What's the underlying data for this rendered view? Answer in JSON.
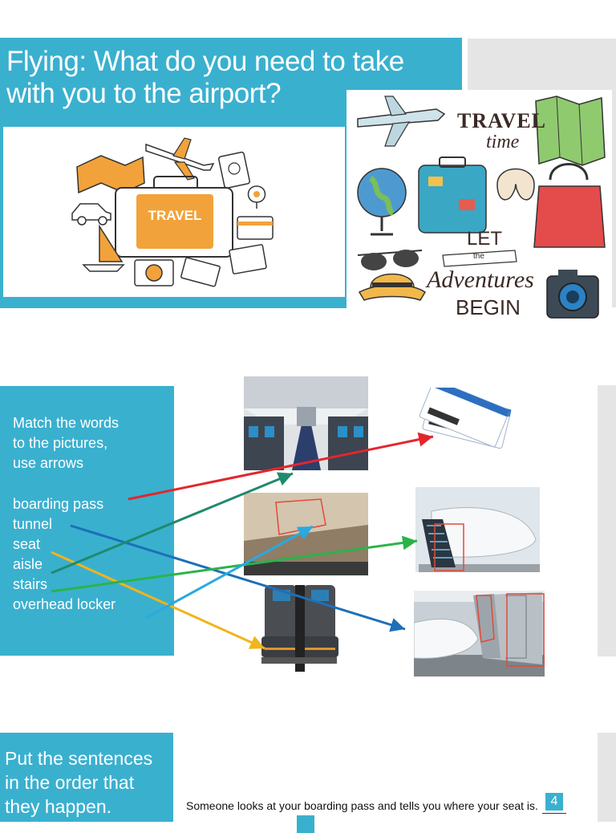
{
  "section1": {
    "title_line1": "Flying: What do you need to take",
    "title_line2": "with you to the airport?",
    "travel_badge": "TRAVEL",
    "collage": {
      "travel_time_line1": "TRAVEL",
      "travel_time_line2": "time",
      "lettering_1": "LET",
      "lettering_2": "the",
      "lettering_3": "Adventures",
      "lettering_4": "BEGIN"
    }
  },
  "section2": {
    "instruction_line1": "Match the words",
    "instruction_line2": "to the pictures,",
    "instruction_line3": "use arrows",
    "words": [
      "boarding pass",
      "tunnel",
      "seat",
      "aisle",
      "stairs",
      "overhead locker"
    ],
    "arrow_colors": {
      "boarding_pass": "#e3262d",
      "tunnel": "#1d6fb8",
      "seat": "#f2b41b",
      "aisle": "#1f8a6e",
      "stairs": "#2bb34a",
      "overhead_locker": "#29a9e1"
    }
  },
  "section3": {
    "instruction_line1": "Put the sentences",
    "instruction_line2": "in the order that",
    "instruction_line3": "they happen.",
    "sentence_1": "Someone looks at your boarding pass and tells you where your seat is.",
    "sentence_1_number": "4"
  },
  "colors": {
    "accent": "#3ab0cf",
    "grey_panel": "#e5e5e5"
  }
}
